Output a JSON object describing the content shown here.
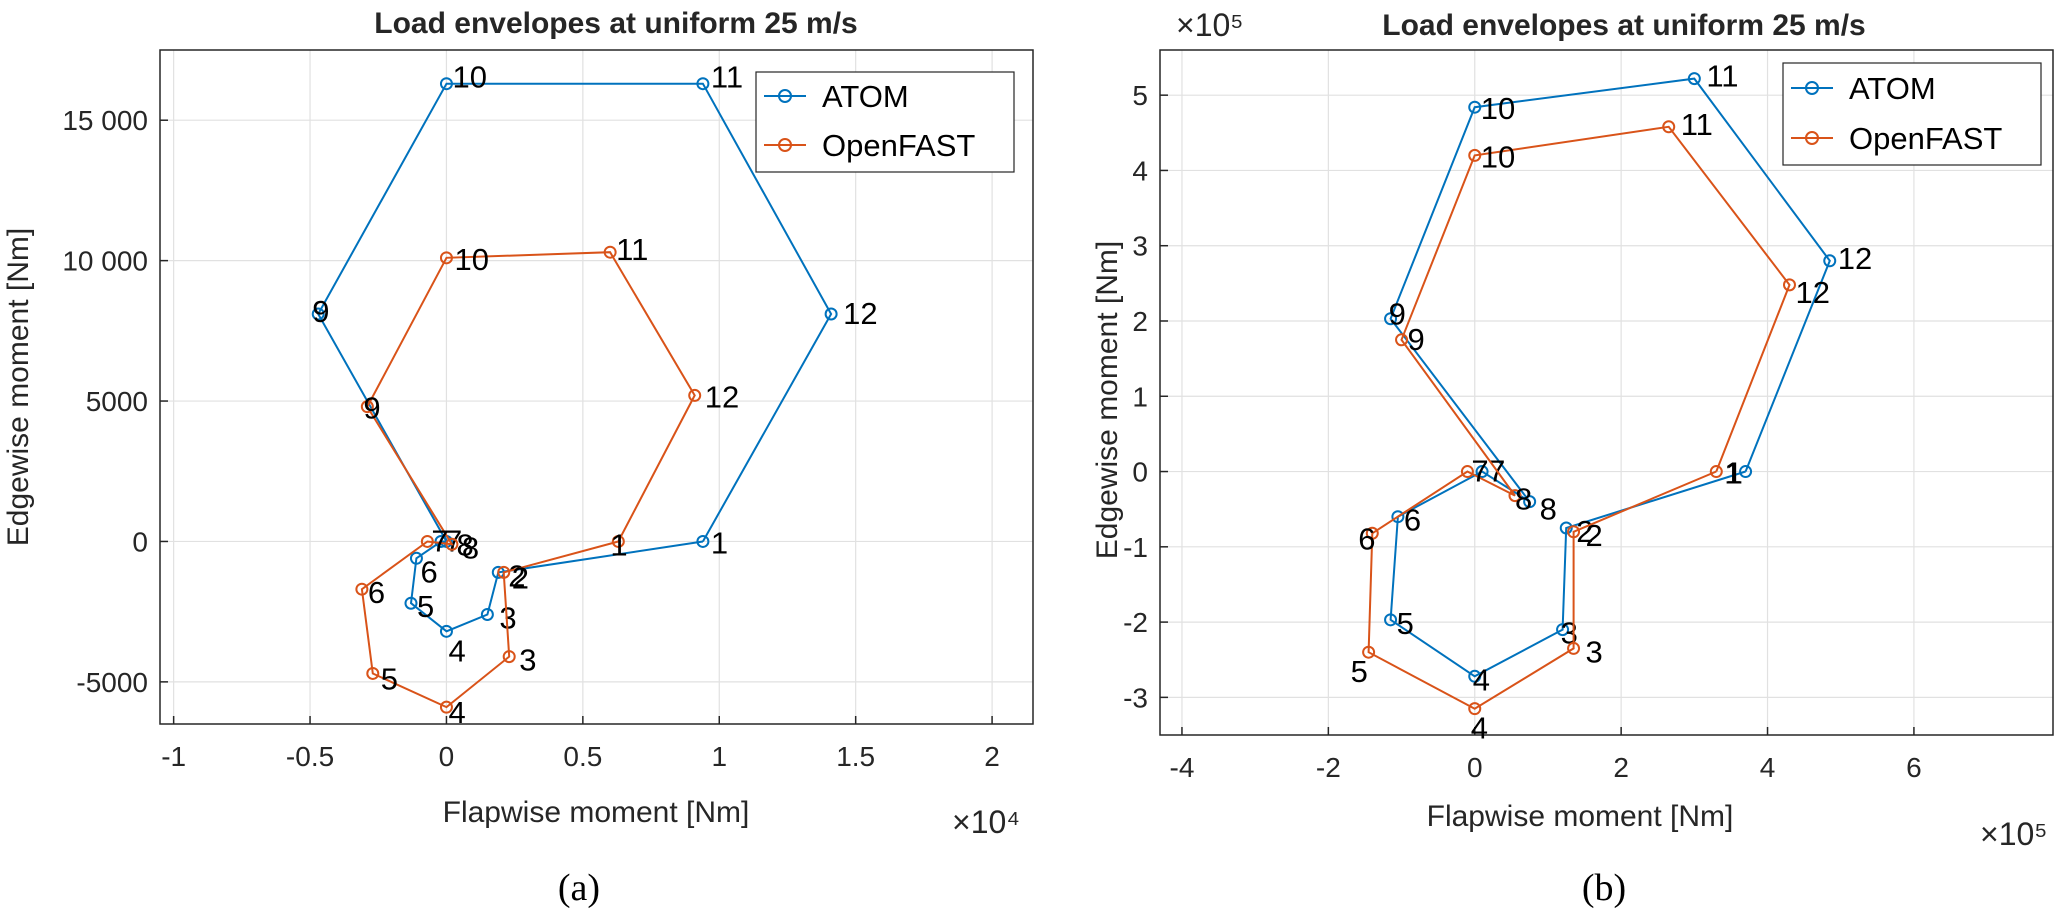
{
  "chart_data": [
    {
      "type": "line",
      "title": "Load envelopes at uniform 25 m/s",
      "xlabel": "Flapwise moment [Nm]",
      "ylabel": "Edgewise moment [Nm]",
      "x_multiplier": "×10⁴",
      "y_multiplier": "",
      "caption": "(a)",
      "xlim": [
        -10500,
        21500
      ],
      "ylim": [
        -6500,
        17500
      ],
      "xticks": [
        -10000,
        -5000,
        0,
        5000,
        10000,
        15000,
        20000
      ],
      "xtick_labels": [
        "-1",
        "-0.5",
        "0",
        "0.5",
        "1",
        "1.5",
        "2"
      ],
      "yticks": [
        -5000,
        0,
        5000,
        10000,
        15000
      ],
      "ytick_labels": [
        "-5000",
        "0",
        "5000",
        "10 000",
        "15 000"
      ],
      "grid": true,
      "legend": "top-right",
      "series": [
        {
          "name": "ATOM",
          "color": "#0072BD",
          "points": [
            {
              "label": "1",
              "x": 9400,
              "y": 0
            },
            {
              "label": "2",
              "x": 1900,
              "y": -1100
            },
            {
              "label": "3",
              "x": 1500,
              "y": -2600
            },
            {
              "label": "4",
              "x": 0,
              "y": -3200
            },
            {
              "label": "5",
              "x": -1300,
              "y": -2200
            },
            {
              "label": "6",
              "x": -1100,
              "y": -600
            },
            {
              "label": "7",
              "x": -200,
              "y": 0
            },
            {
              "label": "8",
              "x": 0,
              "y": 0
            },
            {
              "label": "9",
              "x": -4700,
              "y": 8100
            },
            {
              "label": "10",
              "x": 0,
              "y": 16300
            },
            {
              "label": "11",
              "x": 9400,
              "y": 16300
            },
            {
              "label": "12",
              "x": 14100,
              "y": 8100
            }
          ]
        },
        {
          "name": "OpenFAST",
          "color": "#D95319",
          "points": [
            {
              "label": "1",
              "x": 6300,
              "y": 0
            },
            {
              "label": "2",
              "x": 2100,
              "y": -1100
            },
            {
              "label": "3",
              "x": 2300,
              "y": -4100
            },
            {
              "label": "4",
              "x": 0,
              "y": -5900
            },
            {
              "label": "5",
              "x": -2700,
              "y": -4700
            },
            {
              "label": "6",
              "x": -3100,
              "y": -1700
            },
            {
              "label": "7",
              "x": -700,
              "y": 0
            },
            {
              "label": "8",
              "x": 200,
              "y": -100
            },
            {
              "label": "9",
              "x": -2900,
              "y": 4800
            },
            {
              "label": "10",
              "x": 0,
              "y": 10100
            },
            {
              "label": "11",
              "x": 6000,
              "y": 10300
            },
            {
              "label": "12",
              "x": 9100,
              "y": 5200
            }
          ]
        }
      ]
    },
    {
      "type": "line",
      "title": "Load envelopes at uniform 25 m/s",
      "xlabel": "Flapwise moment [Nm]",
      "ylabel": "Edgewise moment [Nm]",
      "x_multiplier": "×10⁵",
      "y_multiplier": "×10⁵",
      "caption": "(b)",
      "xlim": [
        -4.3,
        7.9
      ],
      "ylim": [
        -3.5,
        5.6
      ],
      "xticks": [
        -4,
        -2,
        0,
        2,
        4,
        6
      ],
      "xtick_labels": [
        "-4",
        "-2",
        "0",
        "2",
        "4",
        "6"
      ],
      "yticks": [
        -3,
        -2,
        -1,
        0,
        1,
        2,
        3,
        4,
        5
      ],
      "ytick_labels": [
        "-3",
        "-2",
        "-1",
        "0",
        "1",
        "2",
        "3",
        "4",
        "5"
      ],
      "grid": true,
      "legend": "top-right",
      "series": [
        {
          "name": "ATOM",
          "color": "#0072BD",
          "points": [
            {
              "label": "1",
              "x": 3.7,
              "y": 0.0
            },
            {
              "label": "2",
              "x": 1.25,
              "y": -0.75
            },
            {
              "label": "3",
              "x": 1.2,
              "y": -2.1
            },
            {
              "label": "4",
              "x": 0.0,
              "y": -2.72
            },
            {
              "label": "5",
              "x": -1.15,
              "y": -1.97
            },
            {
              "label": "6",
              "x": -1.05,
              "y": -0.6
            },
            {
              "label": "7",
              "x": 0.1,
              "y": 0.0
            },
            {
              "label": "8",
              "x": 0.75,
              "y": -0.4
            },
            {
              "label": "9",
              "x": -1.15,
              "y": 2.03
            },
            {
              "label": "10",
              "x": 0.0,
              "y": 4.84
            },
            {
              "label": "11",
              "x": 3.0,
              "y": 5.22
            },
            {
              "label": "12",
              "x": 4.85,
              "y": 2.8
            }
          ]
        },
        {
          "name": "OpenFAST",
          "color": "#D95319",
          "points": [
            {
              "label": "1",
              "x": 3.3,
              "y": 0.0
            },
            {
              "label": "2",
              "x": 1.35,
              "y": -0.8
            },
            {
              "label": "3",
              "x": 1.35,
              "y": -2.35
            },
            {
              "label": "4",
              "x": 0.0,
              "y": -3.15
            },
            {
              "label": "5",
              "x": -1.45,
              "y": -2.4
            },
            {
              "label": "6",
              "x": -1.4,
              "y": -0.82
            },
            {
              "label": "7",
              "x": -0.1,
              "y": 0.0
            },
            {
              "label": "8",
              "x": 0.55,
              "y": -0.32
            },
            {
              "label": "9",
              "x": -1.0,
              "y": 1.75
            },
            {
              "label": "10",
              "x": 0.0,
              "y": 4.2
            },
            {
              "label": "11",
              "x": 2.65,
              "y": 4.58
            },
            {
              "label": "12",
              "x": 4.3,
              "y": 2.48
            }
          ]
        }
      ]
    }
  ]
}
